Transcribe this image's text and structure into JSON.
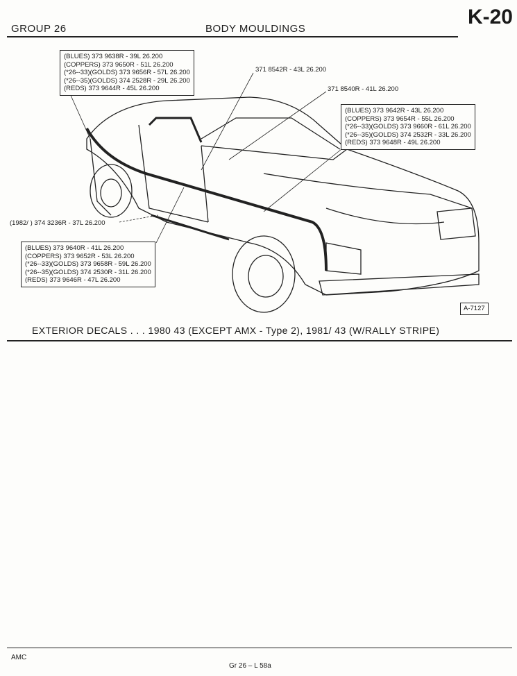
{
  "header": {
    "group": "GROUP 26",
    "title": "BODY MOULDINGS",
    "page": "K-20"
  },
  "callouts": {
    "upper_left": [
      "(BLUES) 373 9638R - 39L  26.200",
      "(COPPERS) 373 9650R - 51L  26.200",
      "(*26--33)(GOLDS) 373 9656R - 57L  26.200",
      "(*26--35)(GOLDS) 374 2528R - 29L  26.200",
      "(REDS) 373 9644R - 45L  26.200"
    ],
    "windshield_upper": "371 8542R - 43L  26.200",
    "windshield_lower": "371 8540R - 41L  26.200",
    "hood": [
      "(BLUES) 373 9642R - 43L  26.200",
      "(COPPERS) 373 9654R - 55L  26.200",
      "(*26--33)(GOLDS) 373 9660R - 61L  26.200",
      "(*26--35)(GOLDS) 374 2532R - 33L  26.200",
      "(REDS) 373 9648R - 49L  26.200"
    ],
    "rocker": "(1982/  ) 374 3236R - 37L  26.200",
    "side": [
      "(BLUES) 373 9640R - 41L  26.200",
      "(COPPERS) 373 9652R - 53L  26.200",
      "(*26--33)(GOLDS) 373 9658R - 59L  26.200",
      "(*26--35)(GOLDS) 374 2530R - 31L  26.200",
      "(REDS) 373 9646R - 47L  26.200"
    ]
  },
  "figure_id": "A-7127",
  "caption": "EXTERIOR DECALS . . . 1980  43 (EXCEPT AMX - Type 2), 1981/  43 (W/RALLY STRIPE)",
  "footer": {
    "left": "AMC",
    "center": "Gr 26  –  L  58a"
  }
}
